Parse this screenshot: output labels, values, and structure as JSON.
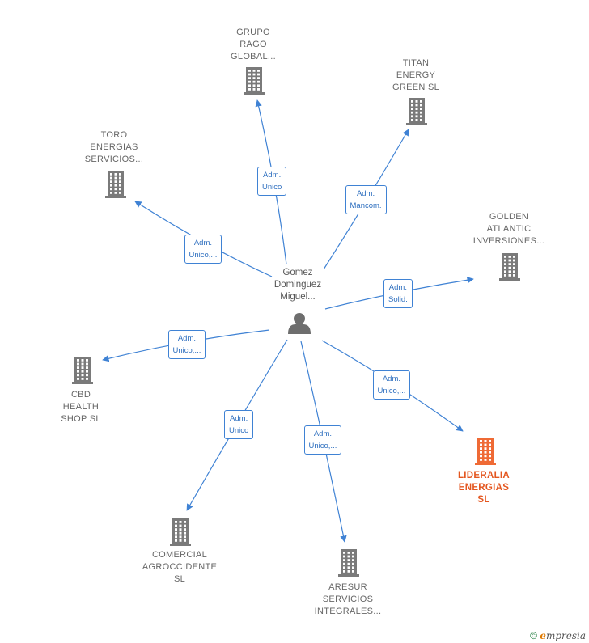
{
  "center": {
    "label": "Gomez\nDominguez\nMiguel...",
    "icon": "person-icon"
  },
  "nodes": [
    {
      "id": "grupo-rago",
      "label": "GRUPO\nRAGO\nGLOBAL...",
      "relation": "Adm.\nUnico",
      "highlight": false
    },
    {
      "id": "titan",
      "label": "TITAN\nENERGY\nGREEN  SL",
      "relation": "Adm.\nMancom.",
      "highlight": false
    },
    {
      "id": "toro",
      "label": "TORO\nENERGIAS\nSERVICIOS...",
      "relation": "Adm.\nUnico,...",
      "highlight": false
    },
    {
      "id": "golden",
      "label": "GOLDEN\nATLANTIC\nINVERSIONES...",
      "relation": "Adm.\nSolid.",
      "highlight": false
    },
    {
      "id": "cbd",
      "label": "CBD\nHEALTH\nSHOP  SL",
      "relation": "Adm.\nUnico,...",
      "highlight": false
    },
    {
      "id": "lideralia",
      "label": "LIDERALIA\nENERGIAS\nSL",
      "relation": "Adm.\nUnico,...",
      "highlight": true
    },
    {
      "id": "comercial",
      "label": "COMERCIAL\nAGROCCIDENTE\nSL",
      "relation": "Adm.\nUnico",
      "highlight": false
    },
    {
      "id": "aresur",
      "label": "ARESUR\nSERVICIOS\nINTEGRALES...",
      "relation": "Adm.\nUnico,...",
      "highlight": false
    }
  ],
  "colors": {
    "edge": "#3f82d4",
    "building": "#7a7a7a",
    "highlight": "#ef6a35",
    "person": "#6e6e6e"
  },
  "footer": {
    "copyright": "©",
    "brand_first": "e",
    "brand_rest": "mpresia"
  }
}
